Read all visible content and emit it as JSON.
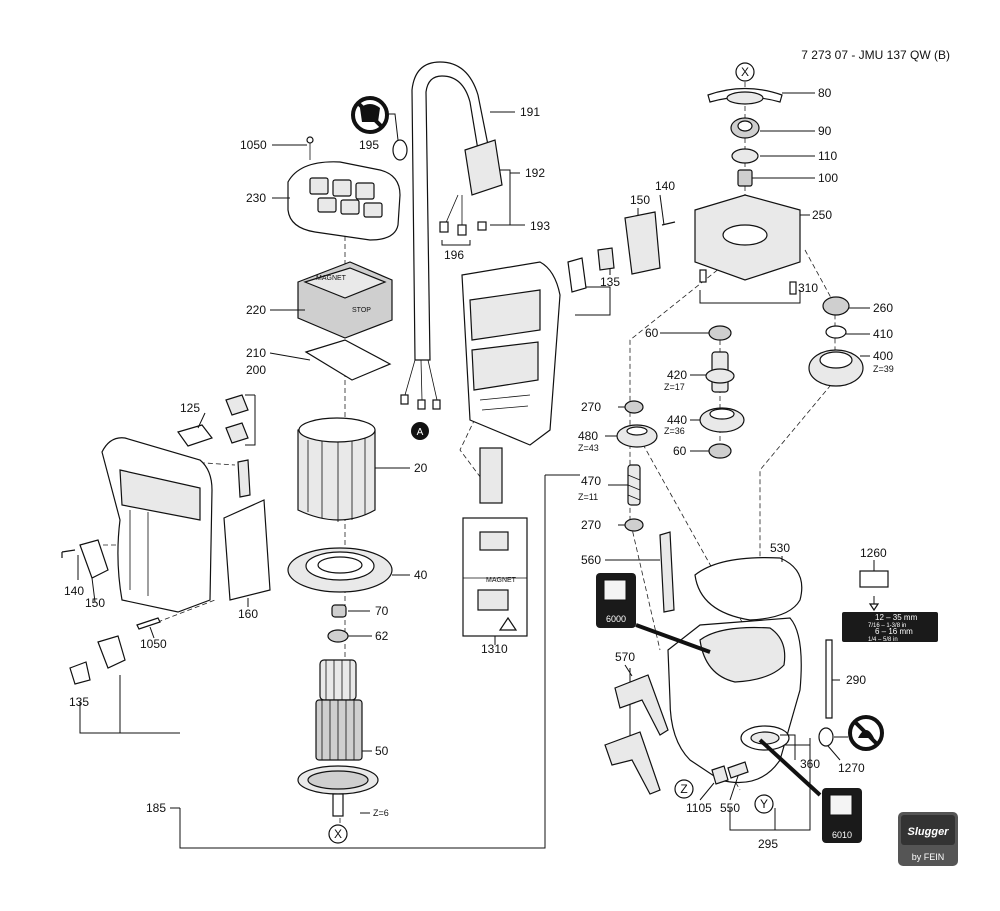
{
  "header": {
    "doc_id": "7 273 07 - JMU 137 QW (B)"
  },
  "brand": {
    "name": "Slugger",
    "sub": "by FEIN"
  },
  "callout_markers": {
    "x_top": "X",
    "x_bottom": "X",
    "a": "A",
    "z": "Z",
    "y": "Y"
  },
  "parts": {
    "p1050a": "1050",
    "p230": "230",
    "p195": "195",
    "p191": "191",
    "p192": "192",
    "p193": "193",
    "p196": "196",
    "p220": "220",
    "p210": "210",
    "p200": "200",
    "p125": "125",
    "p20": "20",
    "p40": "40",
    "p70": "70",
    "p62": "62",
    "p50": "50",
    "p140a": "140",
    "p150a": "150",
    "p160": "160",
    "p1050b": "1050",
    "p135a": "135",
    "p185": "185",
    "p1310": "1310",
    "p140b": "140",
    "p150b": "150",
    "p135b": "135",
    "p80": "80",
    "p90": "90",
    "p110": "110",
    "p100": "100",
    "p250": "250",
    "p310": "310",
    "p260": "260",
    "p410": "410",
    "p400": "400",
    "p60a": "60",
    "p420": "420",
    "p270a": "270",
    "p440": "440",
    "p480": "480",
    "p60b": "60",
    "p470": "470",
    "p270b": "270",
    "p560": "560",
    "p530": "530",
    "p1260": "1260",
    "p570": "570",
    "p290": "290",
    "p360": "360",
    "p1270": "1270",
    "p1105": "1105",
    "p550": "550",
    "p295": "295"
  },
  "teeth": {
    "z400": "Z=39",
    "z420": "Z=17",
    "z440": "Z=36",
    "z480": "Z=43",
    "z470": "Z=11",
    "z50": "Z=6"
  },
  "button_labels": {
    "magnet": "MAGNET",
    "stop": "STOP"
  },
  "spec_label": {
    "row1_mm": "12 – 35 mm",
    "row1_in": "7/16 – 1-3/8 in",
    "row2_mm": "6 – 16 mm",
    "row2_in": "1/4 – 5/8 in"
  },
  "icon_codes": {
    "top_left": "6000",
    "bottom_right": "6010"
  },
  "warning_label": {
    "magnet": "MAGNET"
  }
}
